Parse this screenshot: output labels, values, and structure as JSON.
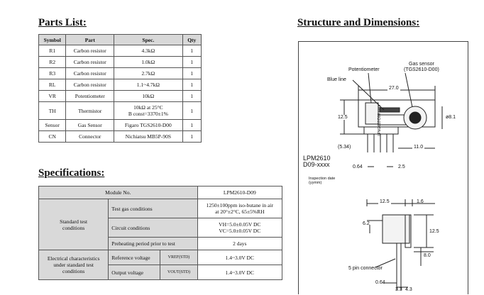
{
  "parts": {
    "title": "Parts List:",
    "headers": [
      "Symbol",
      "Part",
      "Spec.",
      "Qty"
    ],
    "rows": [
      {
        "symbol": "R1",
        "part": "Carbon resistor",
        "spec": "4.3kΩ",
        "spec2": "",
        "qty": "1"
      },
      {
        "symbol": "R2",
        "part": "Carbon resistor",
        "spec": "1.0kΩ",
        "spec2": "",
        "qty": "1"
      },
      {
        "symbol": "R3",
        "part": "Carbon resistor",
        "spec": "2.7kΩ",
        "spec2": "",
        "qty": "1"
      },
      {
        "symbol": "RL",
        "part": "Carbon resistor",
        "spec": "1.1~4.7kΩ",
        "spec2": "",
        "qty": "1"
      },
      {
        "symbol": "VR",
        "part": "Potentiometer",
        "spec": "10kΩ",
        "spec2": "",
        "qty": "1"
      },
      {
        "symbol": "TH",
        "part": "Thermistor",
        "spec": "10kΩ at 25°C",
        "spec2": "B const=3370±1%",
        "qty": "1"
      },
      {
        "symbol": "Sensor",
        "part": "Gas Sensor",
        "spec": "Figaro TGS2610-D00",
        "spec2": "",
        "qty": "1"
      },
      {
        "symbol": "CN",
        "part": "Connector",
        "spec": "Nichiatsu MB5P-90S",
        "spec2": "",
        "qty": "1"
      }
    ]
  },
  "specs": {
    "title": "Specifications:",
    "module_label": "Module No.",
    "module_value": "LPM2610-D09",
    "std_label_1": "Standard test",
    "std_label_2": "conditions",
    "test_gas_label": "Test gas conditions",
    "test_gas_value_1": "1250±100ppm iso-butane in air",
    "test_gas_value_2": "at 20°±2°C, 65±5%RH",
    "circuit_label": "Circuit conditions",
    "circuit_value_1": "VH=5.0±0.05V DC",
    "circuit_value_2": "VC=5.0±0.05V DC",
    "preheat_label": "Preheating period prior to test",
    "preheat_value": "2 days",
    "elec_label_1": "Electrical characteristics",
    "elec_label_2": "under standard test",
    "elec_label_3": "conditions",
    "ref_label": "Reference voltage",
    "ref_sym": "VREF(STD)",
    "ref_value": "1.4~3.0V DC",
    "out_label": "Output voltage",
    "out_sym": "VOUT(STD)",
    "out_value": "1.4~3.0V DC"
  },
  "structure": {
    "title": "Structure and Dimensions:",
    "gas_sensor_1": "Gas sensor",
    "gas_sensor_2": "(TGS2610-D00)",
    "potentiometer": "Potentiometer",
    "blue_line": "Blue line",
    "dim_27": "27.0",
    "dim_125": "12.5",
    "dim_81": "ø8.1",
    "dim_534": "(5.34)",
    "dim_110": "11.0",
    "part_1": "LPM2610",
    "part_2": "D09-xxxx",
    "dim_064": "0.64",
    "dim_25": "2.5",
    "insp_1": "Inspection date",
    "insp_2": "(yymm)",
    "board_code_1": "LPM2610",
    "board_code_2": "D09-xxxx",
    "dim_125b": "12.5",
    "dim_16": "1.6",
    "dim_62": "6.2",
    "dim_125c": "12.5",
    "dim_80": "8.0",
    "pin_connector": "5 pin connector",
    "dim_064b": "0.64",
    "dim_33": "3.3",
    "dim_43": "4.3"
  }
}
